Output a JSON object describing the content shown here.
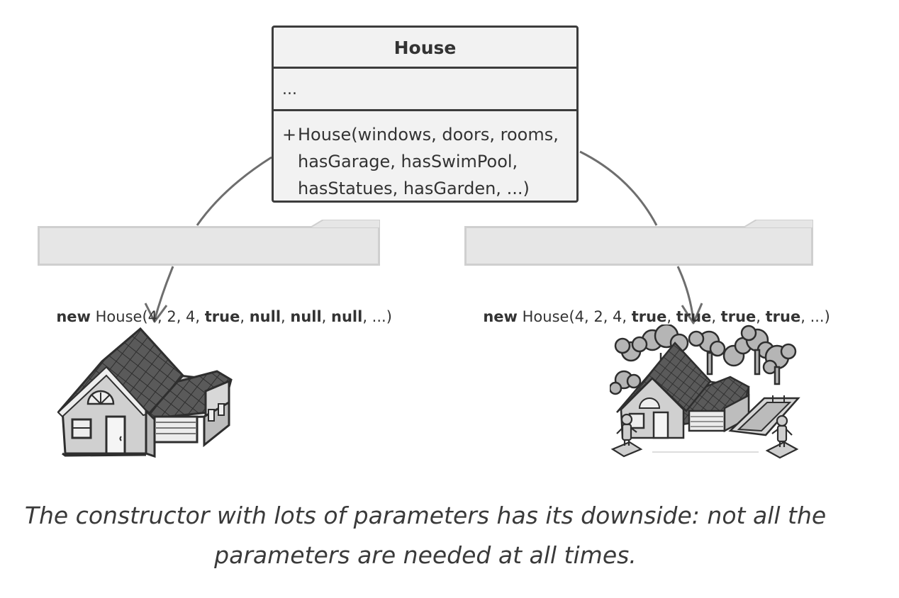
{
  "uml": {
    "class_name": "House",
    "fields": "...",
    "method_visibility": "+",
    "method_lines": [
      "House(windows, doors, rooms,",
      "hasGarage, hasSwimPool,",
      "hasStatues, hasGarden, ...)"
    ]
  },
  "callout_left": {
    "keyword": "new",
    "call": " House(4, 2, 4, ",
    "a1": "true",
    "s1": ", ",
    "a2": "null",
    "s2": ", ",
    "a3": "null",
    "s3": ", ",
    "a4": "null",
    "tail": ", ...)"
  },
  "callout_right": {
    "keyword": "new",
    "call": " House(4, 2, 4, ",
    "a1": "true",
    "s1": ", ",
    "a2": "true",
    "s2": ", ",
    "a3": "true",
    "s3": ", ",
    "a4": "true",
    "tail": ", ...)"
  },
  "caption": {
    "line1": "The constructor with lots of parameters has its downside: not all the",
    "line2": "parameters are needed at all times."
  },
  "colors": {
    "border": "#3c3c3c",
    "box_fill": "#f2f2f2",
    "callout_fill": "#e6e6e6",
    "arrow": "#6e6e6e"
  }
}
